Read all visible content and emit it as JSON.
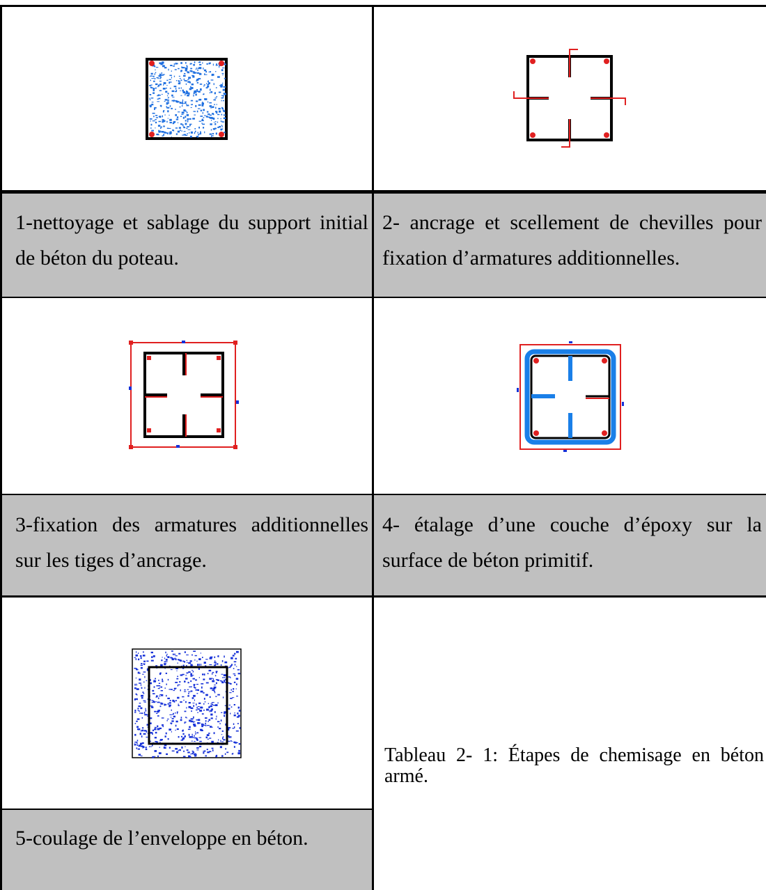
{
  "steps": [
    {
      "caption": "1-nettoyage et sablage du support initial de béton du poteau.",
      "figure": "concrete-column-section"
    },
    {
      "caption": "2- ancrage et scellement de chevilles pour fixation d’armatures additionnelles.",
      "figure": "anchor-dowels-section"
    },
    {
      "caption": "3-fixation des armatures additionnelles sur les tiges d’ancrage.",
      "figure": "additional-rebar-section"
    },
    {
      "caption": "4- étalage d’une couche d’époxy sur la surface de béton primitif.",
      "figure": "epoxy-layer-section"
    },
    {
      "caption": "5-coulage de l’enveloppe en béton.",
      "figure": "concrete-jacket-section"
    }
  ],
  "table_caption": "Tableau 2- 1: Étapes de chemisage en béton armé.",
  "colors": {
    "concrete_speckle": "#1e6fe0",
    "jacket_speckle": "#1530d8",
    "rebar": "#e02020",
    "epoxy": "#1a7fe8",
    "caption_bg": "#c0c0c0"
  }
}
